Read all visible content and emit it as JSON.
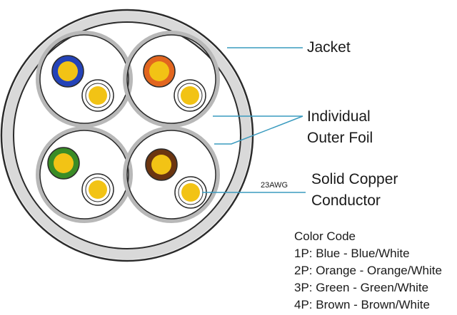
{
  "labels": {
    "jacket": "Jacket",
    "foil_line1": "Individual",
    "foil_line2": "Outer Foil",
    "conductor_line1": "Solid Copper",
    "conductor_line2": "Conductor",
    "gauge": "23AWG"
  },
  "color_code": {
    "title": "Color Code",
    "pairs": [
      "1P: Blue - Blue/White",
      "2P: Orange - Orange/White",
      "3P: Green - Green/White",
      "4P: Brown - Brown/White"
    ]
  },
  "colors": {
    "outline": "#2b2b2b",
    "jacket_fill": "#d9d9d9",
    "conductor": "#f2c315",
    "leader_line": "#3a9bbf",
    "blue": "#2443b8",
    "orange": "#e2661f",
    "green": "#3a8c26",
    "brown": "#6b3510"
  }
}
